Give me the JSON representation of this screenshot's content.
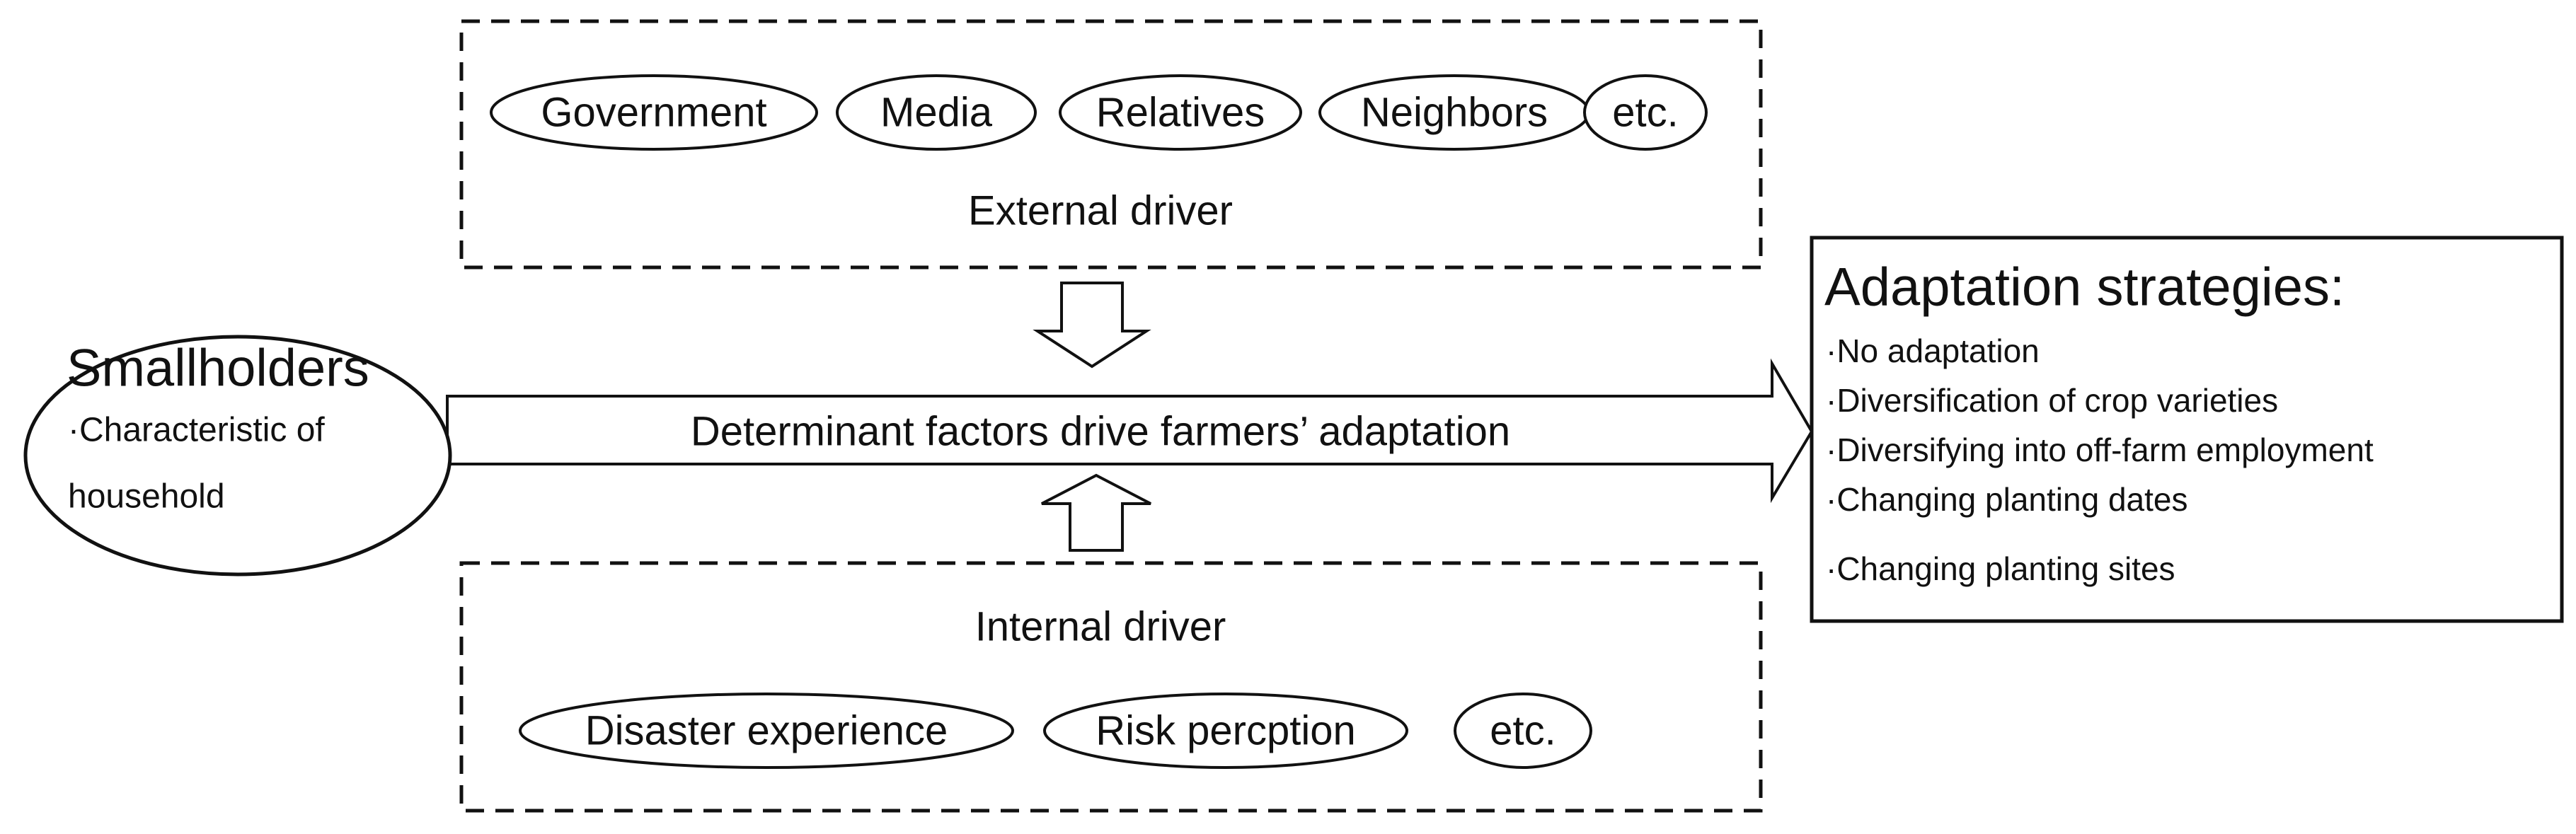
{
  "external": {
    "label": "External driver",
    "items": [
      "Government",
      "Media",
      "Relatives",
      "Neighbors",
      "etc."
    ]
  },
  "internal": {
    "label": "Internal driver",
    "items": [
      "Disaster experience",
      "Risk percption",
      "etc."
    ]
  },
  "smallholders": {
    "title": "Smallholders",
    "detail_line1": "·Characteristic of",
    "detail_line2": "household"
  },
  "main_arrow": {
    "label": "Determinant factors drive farmers’  adaptation"
  },
  "strategies": {
    "title": "Adaptation  strategies:",
    "items": [
      "·No adaptation",
      "·Diversification of crop varieties",
      "·Diversifying into off-farm employment",
      "·Changing planting dates",
      "·Changing planting sites"
    ]
  }
}
